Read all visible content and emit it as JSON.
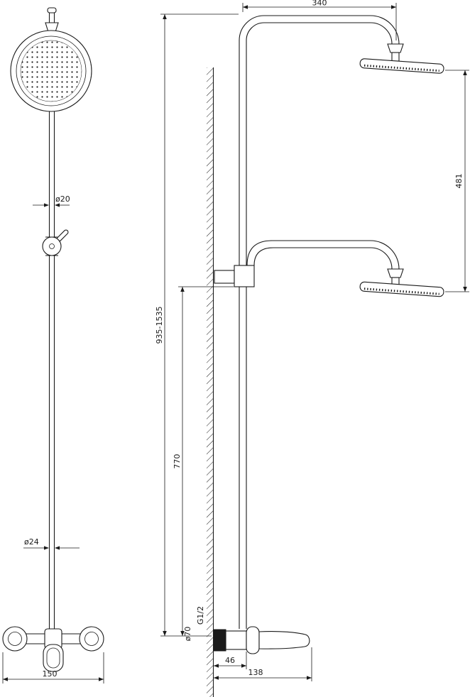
{
  "drawing": {
    "front_view": {
      "upper_pipe_diameter": "ø20",
      "lower_pipe_diameter": "ø24",
      "mixer_width": "150"
    },
    "side_view": {
      "top_arm_length": "340",
      "head_vertical_distance": "481",
      "total_height_range": "935-1535",
      "lower_section_height": "770",
      "connection_thread": "G1/2",
      "escutcheon_diameter": "ø70",
      "wall_clearance": "46",
      "overall_depth": "138"
    }
  }
}
